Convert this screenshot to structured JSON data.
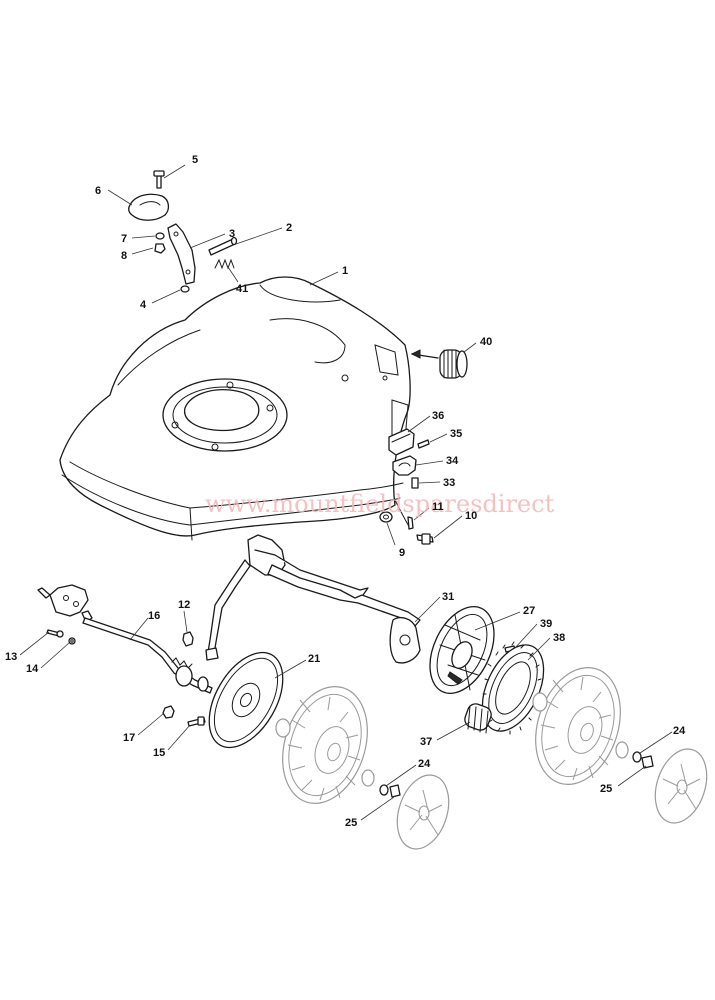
{
  "watermark": "www.mountfieldsparesdirect",
  "callouts": {
    "p1": "1",
    "p2": "2",
    "p3": "3",
    "p4": "4",
    "p5": "5",
    "p6": "6",
    "p7": "7",
    "p8": "8",
    "p9": "9",
    "p10": "10",
    "p11": "11",
    "p12": "12",
    "p13": "13",
    "p14": "14",
    "p15": "15",
    "p16": "16",
    "p17": "17",
    "p21": "21",
    "p24a": "24",
    "p24b": "24",
    "p25a": "25",
    "p25b": "25",
    "p27": "27",
    "p31": "31",
    "p33": "33",
    "p34": "34",
    "p35": "35",
    "p36": "36",
    "p37": "37",
    "p38": "38",
    "p39": "39",
    "p40": "40",
    "p41": "41"
  }
}
